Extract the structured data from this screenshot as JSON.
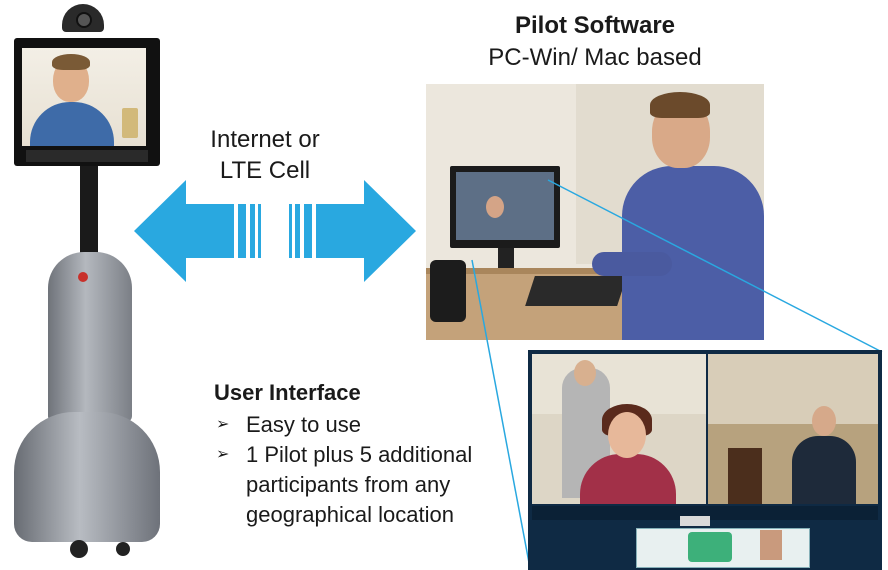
{
  "connection": {
    "line1": "Internet or",
    "line2": "LTE Cell"
  },
  "pilot": {
    "title": "Pilot Software",
    "subtitle": "PC-Win/ Mac based"
  },
  "user_interface": {
    "title": "User Interface",
    "bullets": [
      "Easy to use",
      "1 Pilot plus 5 additional participants from any geographical location"
    ],
    "bullet_marker": "➢"
  },
  "colors": {
    "arrow": "#29a8e0",
    "connector": "#29a8e0",
    "ui_panel": "#0f2a44"
  }
}
